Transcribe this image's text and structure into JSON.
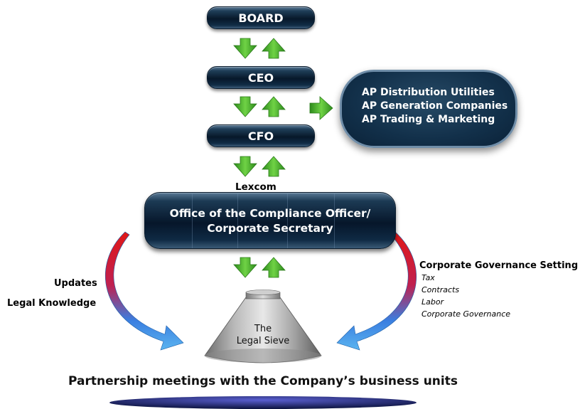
{
  "boxes": {
    "board": "BOARD",
    "ceo": "CEO",
    "cfo": "CFO"
  },
  "lexcom": "Lexcom",
  "office": {
    "line1": "Office of the Compliance Officer/",
    "line2": "Corporate Secretary"
  },
  "subsidiaries": [
    "AP Distribution Utilities",
    "AP Generation Companies",
    "AP Trading & Marketing"
  ],
  "left_labels": {
    "updates": "Updates",
    "legal_knowledge": "Legal Knowledge"
  },
  "right_labels": {
    "title": "Corporate Governance Setting",
    "items": [
      "Tax",
      "Contracts",
      "Labor",
      "Corporate Governance"
    ]
  },
  "sieve": {
    "line1": "The",
    "line2": "Legal Sieve"
  },
  "footer": "Partnership meetings with the Company’s business units",
  "colors": {
    "arrow_green": "#3fae2a",
    "box_navy": "#07182a",
    "curve_red": "#e02020",
    "curve_blue": "#3aa0e8"
  }
}
